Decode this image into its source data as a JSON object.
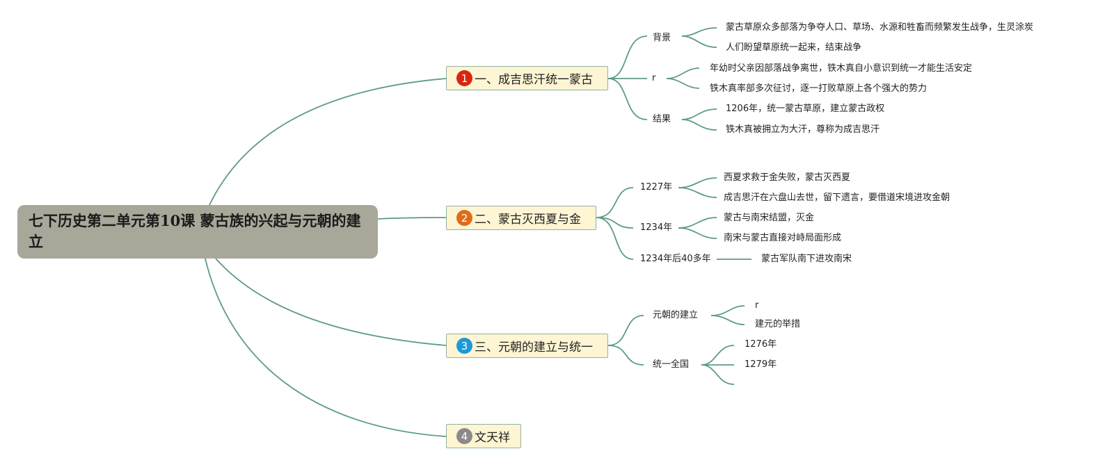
{
  "root": {
    "title": "七下历史第二单元第10课 蒙古族的兴起与元朝的建立"
  },
  "colors": {
    "line": "#5d9b82",
    "badge1": "#d8270f",
    "badge2": "#e06c1a",
    "badge3": "#1a9ad8",
    "badge4": "#8a8a8a"
  },
  "topics": [
    {
      "num": "1",
      "label": "一、成吉思汗统一蒙古",
      "branches": [
        {
          "label": "背景",
          "items": [
            "蒙古草原众多部落为争夺人口、草场、水源和牲畜而频繁发生战争，生灵涂炭",
            "人们盼望草原统一起来，结束战争"
          ]
        },
        {
          "label": "r",
          "items": [
            "年幼时父亲因部落战争离世，铁木真自小意识到统一才能生活安定",
            "铁木真率部多次征讨，逐一打败草原上各个强大的势力"
          ]
        },
        {
          "label": "结果",
          "items": [
            "1206年，统一蒙古草原，建立蒙古政权",
            "铁木真被拥立为大汗，尊称为成吉思汗"
          ]
        }
      ]
    },
    {
      "num": "2",
      "label": "二、蒙古灭西夏与金",
      "branches": [
        {
          "label": "1227年",
          "items": [
            "西夏求救于金失败，蒙古灭西夏",
            "成吉思汗在六盘山去世，留下遗言，要借道宋境进攻金朝"
          ]
        },
        {
          "label": "1234年",
          "items": [
            "蒙古与南宋结盟，灭金",
            "南宋与蒙古直接对峙局面形成"
          ]
        },
        {
          "label": "1234年后40多年",
          "items": [
            "蒙古军队南下进攻南宋"
          ]
        }
      ]
    },
    {
      "num": "3",
      "label": "三、元朝的建立与统一",
      "branches": [
        {
          "label": "元朝的建立",
          "items": [
            "r",
            "建元的举措"
          ]
        },
        {
          "label": "统一全国",
          "items": [
            "1276年",
            "1279年"
          ]
        }
      ]
    },
    {
      "num": "4",
      "label": "文天祥"
    }
  ]
}
